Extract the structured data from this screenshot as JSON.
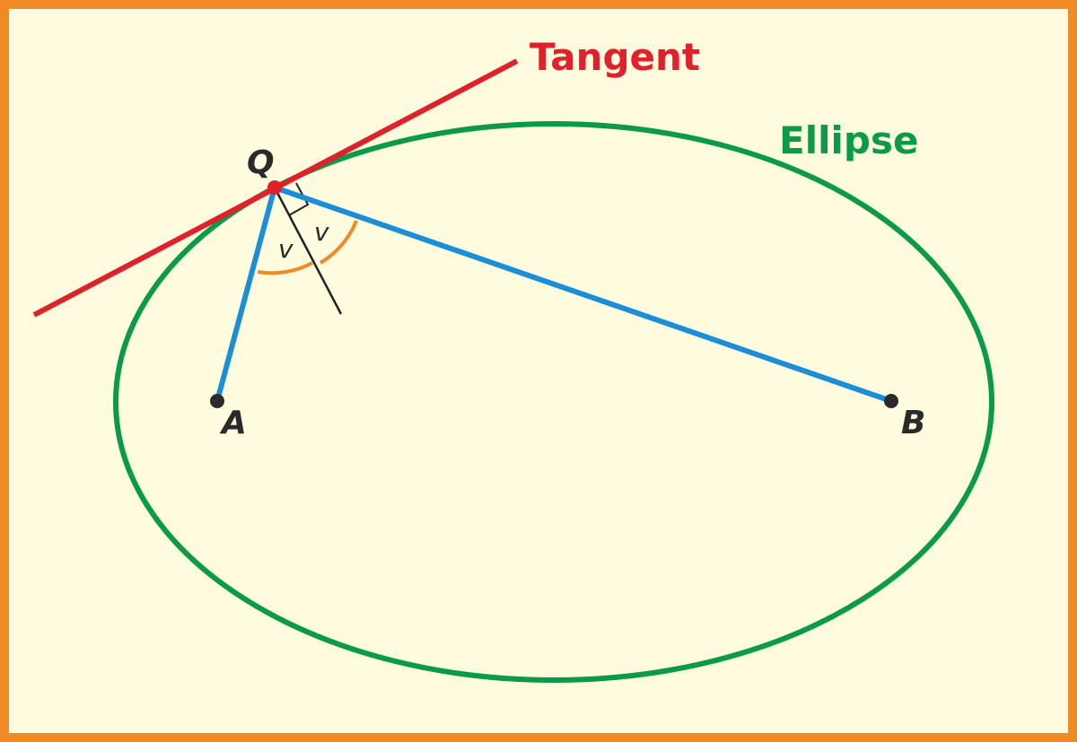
{
  "labels": {
    "tangent": "Tangent",
    "ellipse": "Ellipse",
    "point_q": "Q",
    "point_a": "A",
    "point_b": "B",
    "angle_left": "v",
    "angle_right": "v"
  },
  "colors": {
    "frame_border": "#f08a24",
    "background": "#fefbdf",
    "tangent": "#e0202a",
    "ellipse": "#0b9a45",
    "focal_lines": "#1b8fd6",
    "angle_arcs": "#f08a24",
    "normal_line": "#222222",
    "points": "#2a2a2a"
  }
}
